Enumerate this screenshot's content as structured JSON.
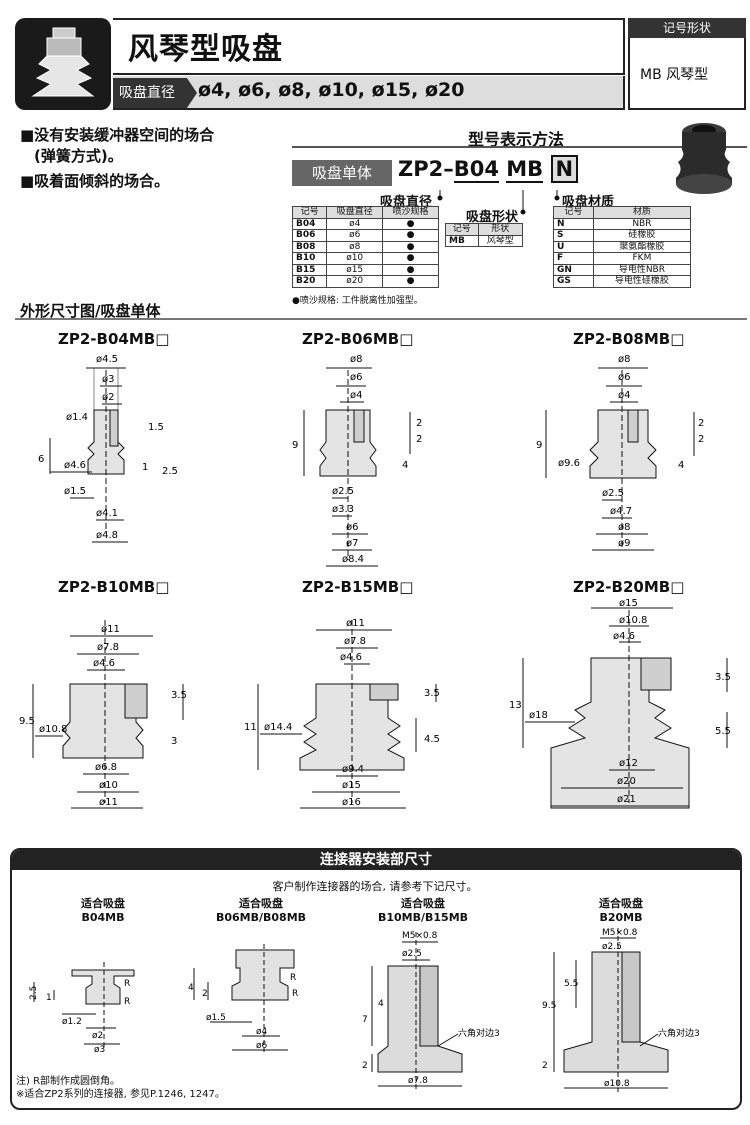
{
  "header": {
    "title": "风琴型吸盘",
    "label": "吸盘直径",
    "sizes": "ø4, ø6, ø8, ø10, ø15, ø20",
    "symbol_head": "记号形状",
    "symbol_value": "MB 风琴型"
  },
  "features": [
    "■没有安装缓冲器空间的场合",
    "(弹簧方式)。",
    "■吸着面倾斜的场合。"
  ],
  "model": {
    "heading": "型号表示方法",
    "unit_label": "吸盘单体",
    "code_prefix": "ZP2",
    "code_dash": "–",
    "code_size": "B04",
    "code_shape": "MB",
    "code_material": "N",
    "dia_caption": "吸盘直径",
    "shape_caption": "吸盘形状",
    "mat_caption": "吸盘材质",
    "dia_table": {
      "headers": [
        "记号",
        "吸盘直径",
        "喷沙规格"
      ],
      "rows": [
        [
          "B04",
          "ø4",
          "●"
        ],
        [
          "B06",
          "ø6",
          "●"
        ],
        [
          "B08",
          "ø8",
          "●"
        ],
        [
          "B10",
          "ø10",
          "●"
        ],
        [
          "B15",
          "ø15",
          "●"
        ],
        [
          "B20",
          "ø20",
          "●"
        ]
      ],
      "note": "●喷沙规格: 工件脱离性加强型。"
    },
    "shape_table": {
      "headers": [
        "记号",
        "形状"
      ],
      "rows": [
        [
          "MB",
          "风琴型"
        ]
      ]
    },
    "mat_table": {
      "headers": [
        "记号",
        "材质"
      ],
      "rows": [
        [
          "N",
          "NBR"
        ],
        [
          "S",
          "硅橡胶"
        ],
        [
          "U",
          "聚氨酯橡胶"
        ],
        [
          "F",
          "FKM"
        ],
        [
          "GN",
          "导电性NBR"
        ],
        [
          "GS",
          "导电性硅橡胶"
        ]
      ]
    }
  },
  "outline": {
    "heading": "外形尺寸图/吸盘单体",
    "models": [
      {
        "name": "ZP2-B04MB□",
        "top": [
          "ø4.5",
          "ø3",
          "ø2",
          "ø1.4"
        ],
        "left": [
          "6",
          "ø4.6",
          "ø1.5"
        ],
        "right": [
          "1.5",
          "1",
          "2.5"
        ],
        "bottom": [
          "ø4.1",
          "ø4.8"
        ]
      },
      {
        "name": "ZP2-B06MB□",
        "top": [
          "ø8",
          "ø6",
          "ø4"
        ],
        "left": [
          "9"
        ],
        "right": [
          "2",
          "2",
          "4"
        ],
        "bottom": [
          "ø2.5",
          "ø3.3",
          "ø6",
          "ø7",
          "ø8.4"
        ]
      },
      {
        "name": "ZP2-B08MB□",
        "top": [
          "ø8",
          "ø6",
          "ø4"
        ],
        "left": [
          "9",
          "ø9.6"
        ],
        "right": [
          "2",
          "2",
          "4"
        ],
        "bottom": [
          "ø2.5",
          "ø4.7",
          "ø8",
          "ø9"
        ]
      },
      {
        "name": "ZP2-B10MB□",
        "top": [
          "ø11",
          "ø7.8",
          "ø4.6"
        ],
        "left": [
          "9.5",
          "ø10.8"
        ],
        "right": [
          "3.5",
          "3"
        ],
        "bottom": [
          "ø6.8",
          "ø10",
          "ø11"
        ]
      },
      {
        "name": "ZP2-B15MB□",
        "top": [
          "ø11",
          "ø7.8",
          "ø4.6"
        ],
        "left": [
          "11",
          "ø14.4"
        ],
        "right": [
          "3.5",
          "4.5"
        ],
        "bottom": [
          "ø9.4",
          "ø15",
          "ø16"
        ]
      },
      {
        "name": "ZP2-B20MB□",
        "top": [
          "ø15",
          "ø10.8",
          "ø4.6"
        ],
        "left": [
          "13",
          "ø18"
        ],
        "right": [
          "3.5",
          "5.5"
        ],
        "bottom": [
          "ø12",
          "ø20",
          "ø21"
        ]
      }
    ]
  },
  "connector": {
    "title": "连接器安装部尺寸",
    "note": "客户制作连接器的场合, 请参考下记尺寸。",
    "fit_label": "适合吸盘",
    "fits": [
      "B04MB",
      "B06MB/B08MB",
      "B10MB/B15MB",
      "B20MB"
    ],
    "d1": {
      "dims": [
        "2.5",
        "1",
        "ø1.2",
        "ø2",
        "ø3",
        "R"
      ]
    },
    "d2": {
      "dims": [
        "4",
        "2",
        "ø1.5",
        "ø4",
        "ø6",
        "R"
      ]
    },
    "d3": {
      "dims": [
        "M5×0.8",
        "ø2.5",
        "4",
        "7",
        "2",
        "ø7.8",
        "六角对边3"
      ]
    },
    "d4": {
      "dims": [
        "M5×0.8",
        "ø2.5",
        "5.5",
        "9.5",
        "2",
        "ø10.8",
        "六角对边3"
      ]
    },
    "footnotes": [
      "注) R部制作成圆倒角。",
      "※适合ZP2系列的连接器, 参见P.1246, 1247。"
    ]
  }
}
